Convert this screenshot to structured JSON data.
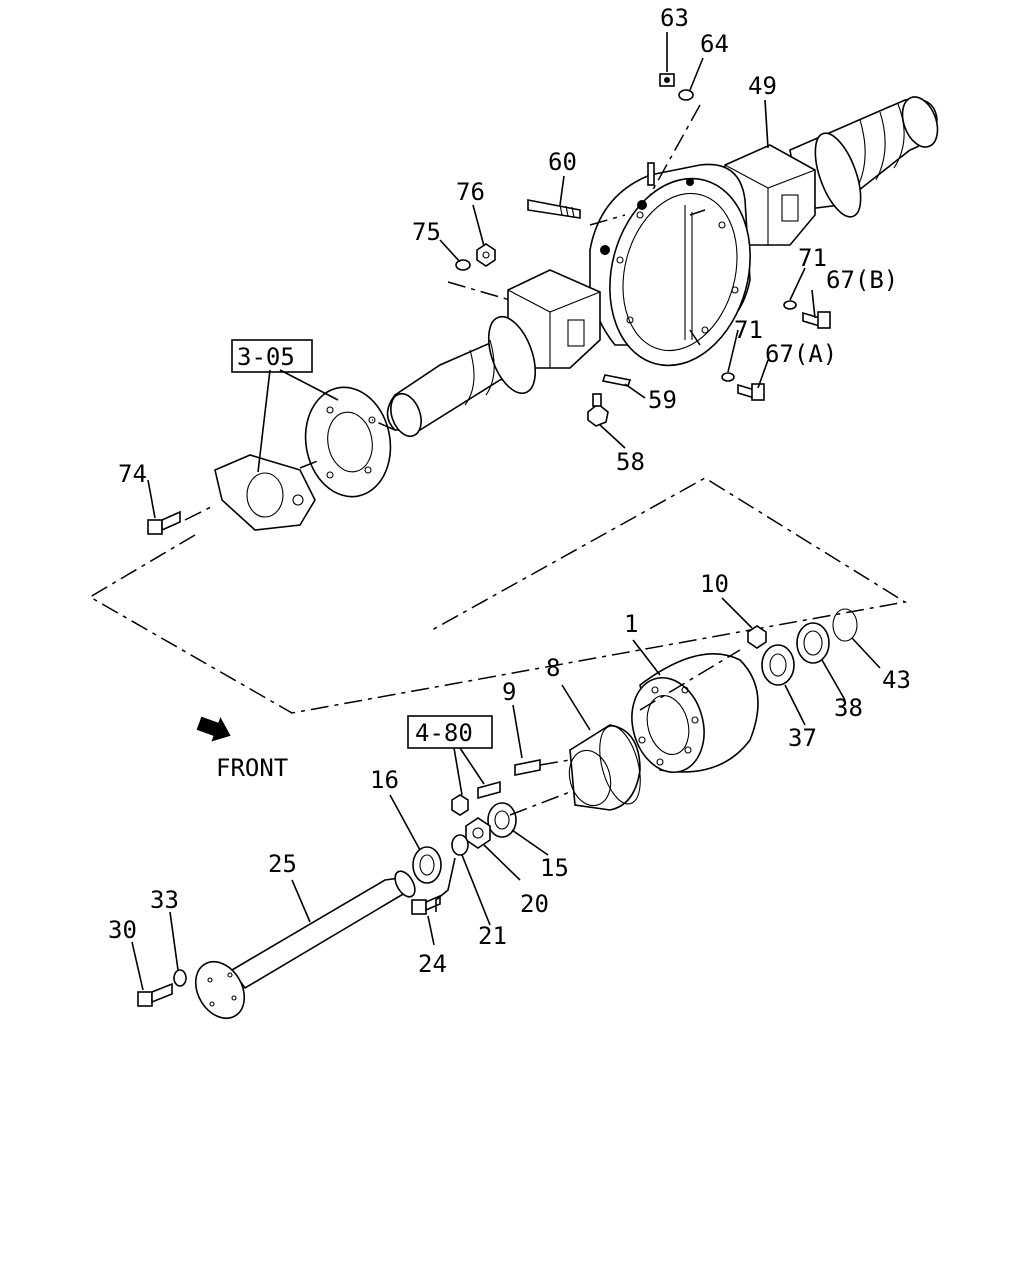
{
  "callouts": {
    "c63": "63",
    "c64": "64",
    "c49": "49",
    "c60": "60",
    "c76": "76",
    "c75": "75",
    "c71a": "71",
    "c67b": "67(B)",
    "c71b": "71",
    "c67a": "67(A)",
    "c59": "59",
    "c58": "58",
    "c74": "74",
    "c10": "10",
    "c1": "1",
    "c43": "43",
    "c38": "38",
    "c37": "37",
    "c8": "8",
    "c9": "9",
    "c16": "16",
    "c15": "15",
    "c20": "20",
    "c21": "21",
    "c24": "24",
    "c25": "25",
    "c33": "33",
    "c30": "30"
  },
  "refs": {
    "r305": "3-05",
    "r480": "4-80"
  },
  "front_label": "FRONT"
}
